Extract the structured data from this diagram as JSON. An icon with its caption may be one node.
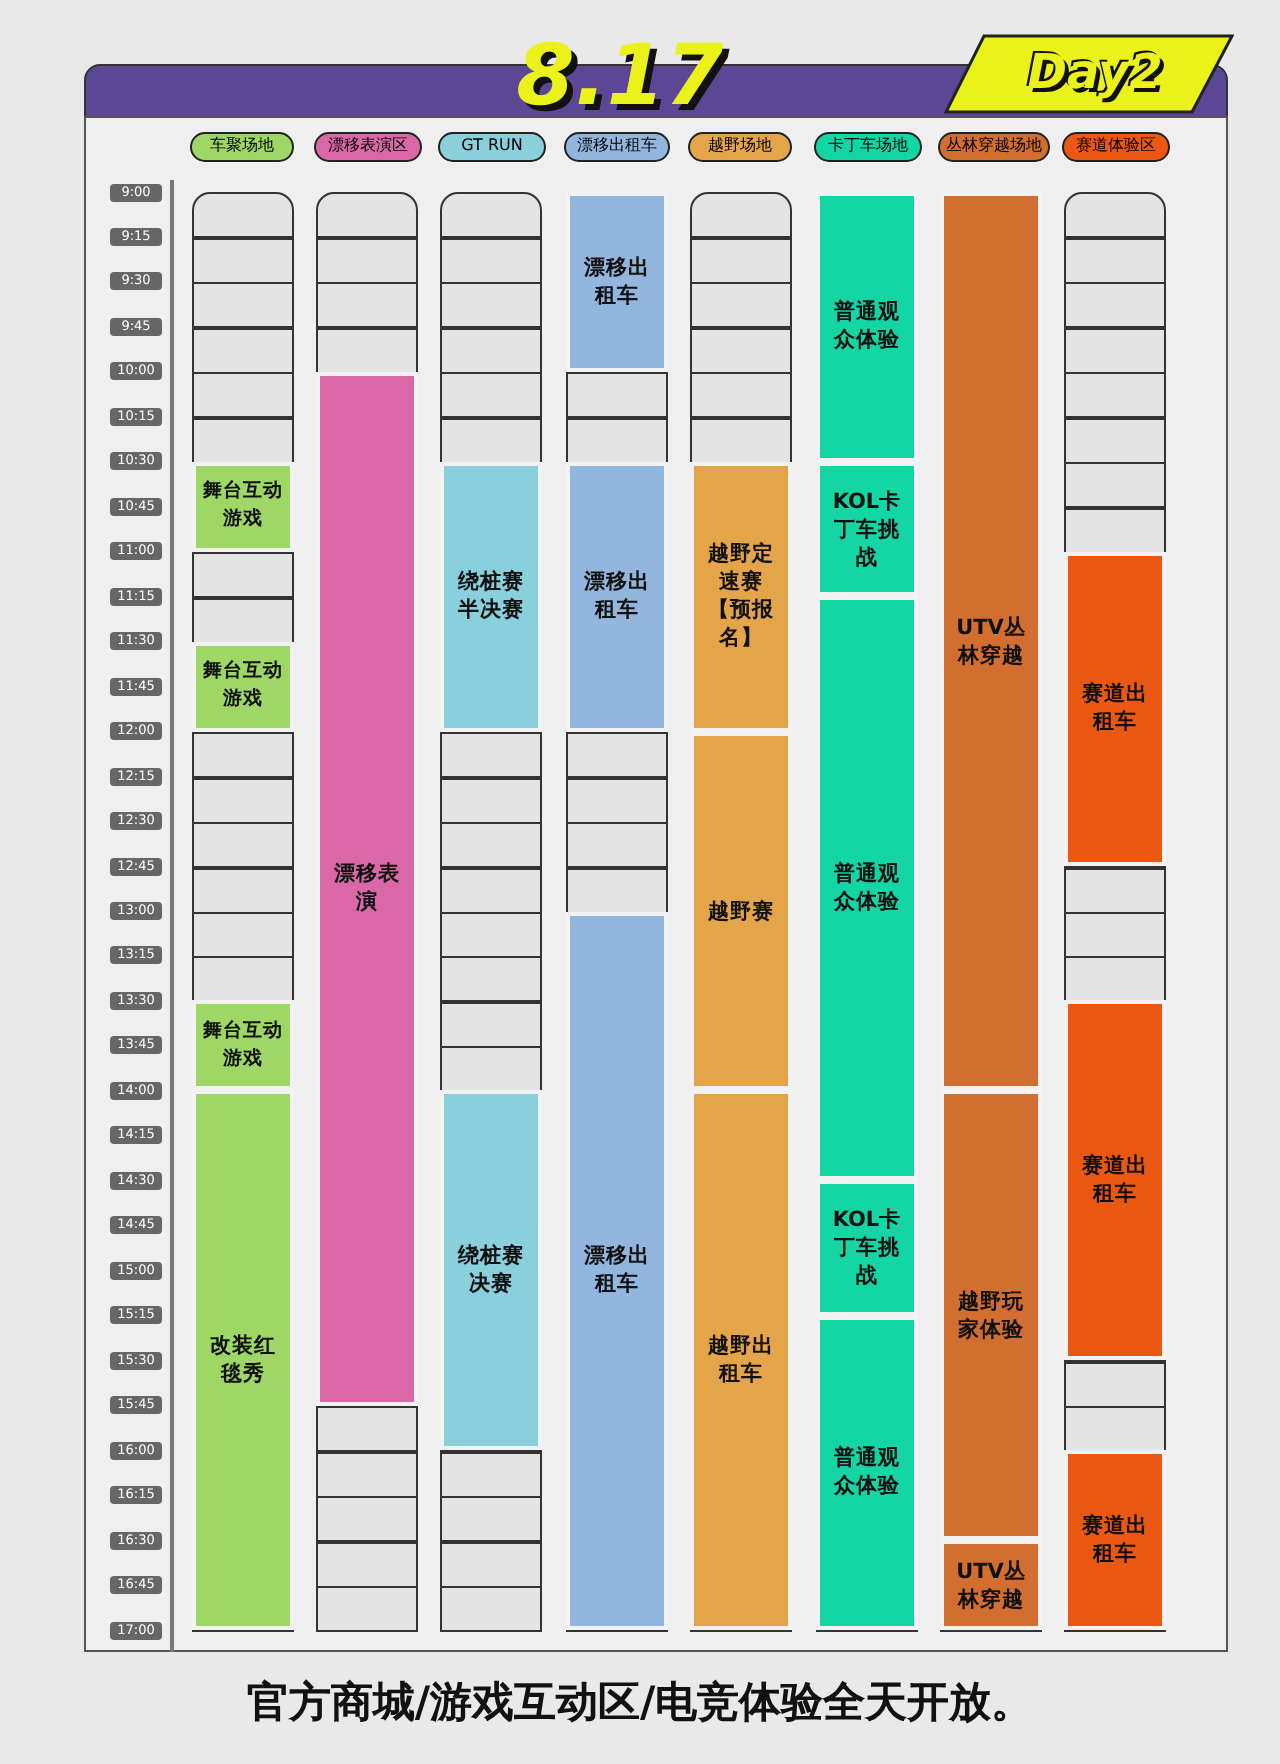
{
  "diagram": {
    "title": "8.17",
    "caption": "官方商城/游戏互动区/电竞体验全天开放。",
    "nodes": [
      {
        "text": [
          "车聚场地"
        ]
      },
      {
        "text": [
          "漂移表演区"
        ]
      },
      {
        "text": [
          "GT RUN"
        ]
      },
      {
        "text": [
          "漂移出租车"
        ]
      },
      {
        "text": [
          "越野场地"
        ]
      },
      {
        "text": [
          "卡丁车场地"
        ]
      },
      {
        "text": [
          "丛林穿越场地"
        ]
      },
      {
        "text": [
          "赛道体验区"
        ]
      },
      {
        "text": [
          "舞台互动游戏"
        ]
      },
      {
        "text": [
          "舞台互动游戏"
        ]
      },
      {
        "text": [
          "舞台互动游戏"
        ]
      },
      {
        "text": [
          "改装红毯秀"
        ]
      },
      {
        "text": [
          "漂移表演"
        ]
      },
      {
        "text": [
          "绕桩赛半决赛"
        ]
      },
      {
        "text": [
          "绕桩赛决赛"
        ]
      },
      {
        "text": [
          "漂移出租车"
        ]
      },
      {
        "text": [
          "漂移出租车"
        ]
      },
      {
        "text": [
          "漂移出租车"
        ]
      },
      {
        "text": [
          "越野定速赛【预报名】"
        ]
      },
      {
        "text": [
          "越野赛"
        ]
      },
      {
        "text": [
          "越野出租车"
        ]
      },
      {
        "text": [
          "普通观众体验"
        ]
      },
      {
        "text": [
          "KOL卡丁车挑战"
        ]
      },
      {
        "text": [
          "普通观众体验"
        ]
      },
      {
        "text": [
          "KOL卡丁车挑战"
        ]
      },
      {
        "text": [
          "普通观众体验"
        ]
      },
      {
        "text": [
          "UTV丛林穿越"
        ]
      },
      {
        "text": [
          "越野玩家体验"
        ]
      },
      {
        "text": [
          "UTV丛林穿越"
        ]
      },
      {
        "text": [
          "赛道出租车"
        ]
      },
      {
        "text": [
          "赛道出租车"
        ]
      },
      {
        "text": [
          "赛道出租车"
        ]
      }
    ],
    "labels": [
      "Day2",
      "9:00",
      "9:15",
      "9:30",
      "9:45",
      "10:00",
      "10:15",
      "10:30",
      "10:45",
      "11:00",
      "11:15",
      "11:30",
      "11:45",
      "12:00",
      "12:15",
      "12:30",
      "12:45",
      "13:00",
      "13:15",
      "13:30",
      "13:45",
      "14:00",
      "14:15",
      "14:30",
      "14:45",
      "15:00",
      "15:15",
      "15:30",
      "15:45",
      "16:00",
      "16:15",
      "16:30",
      "16:45",
      "17:00"
    ]
  }
}
